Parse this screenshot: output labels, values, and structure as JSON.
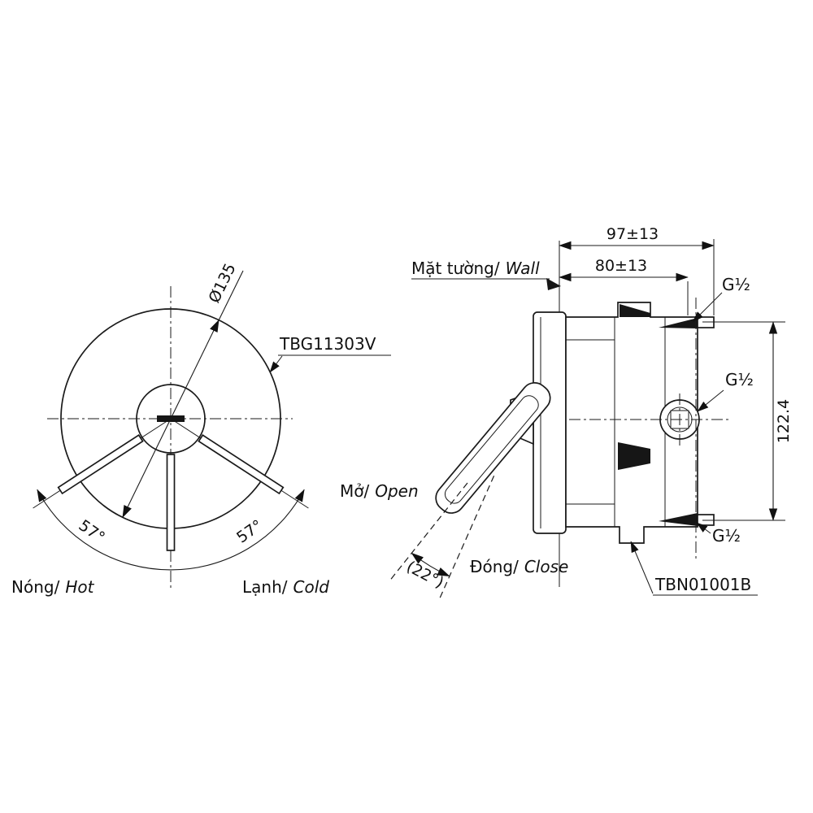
{
  "front_view": {
    "part_code": "TBG11303V",
    "diameter_label": "Ø135",
    "angle_left": "57°",
    "angle_right": "57°",
    "hot": {
      "vi": "Nóng/",
      "en": "Hot"
    },
    "cold": {
      "vi": "Lạnh/",
      "en": "Cold"
    }
  },
  "side_view": {
    "part_code": "TBN01001B",
    "wall": {
      "vi": "Mặt tường/",
      "en": "Wall"
    },
    "open": {
      "vi": "Mở/",
      "en": "Open"
    },
    "close": {
      "vi": "Đóng/",
      "en": "Close"
    },
    "dim_depth_outer": "97±13",
    "dim_depth_inner": "80±13",
    "dim_height": "122.4",
    "angle_open": "(22°)",
    "thread_top": "G½",
    "thread_mid": "G½",
    "thread_bottom": "G½"
  }
}
